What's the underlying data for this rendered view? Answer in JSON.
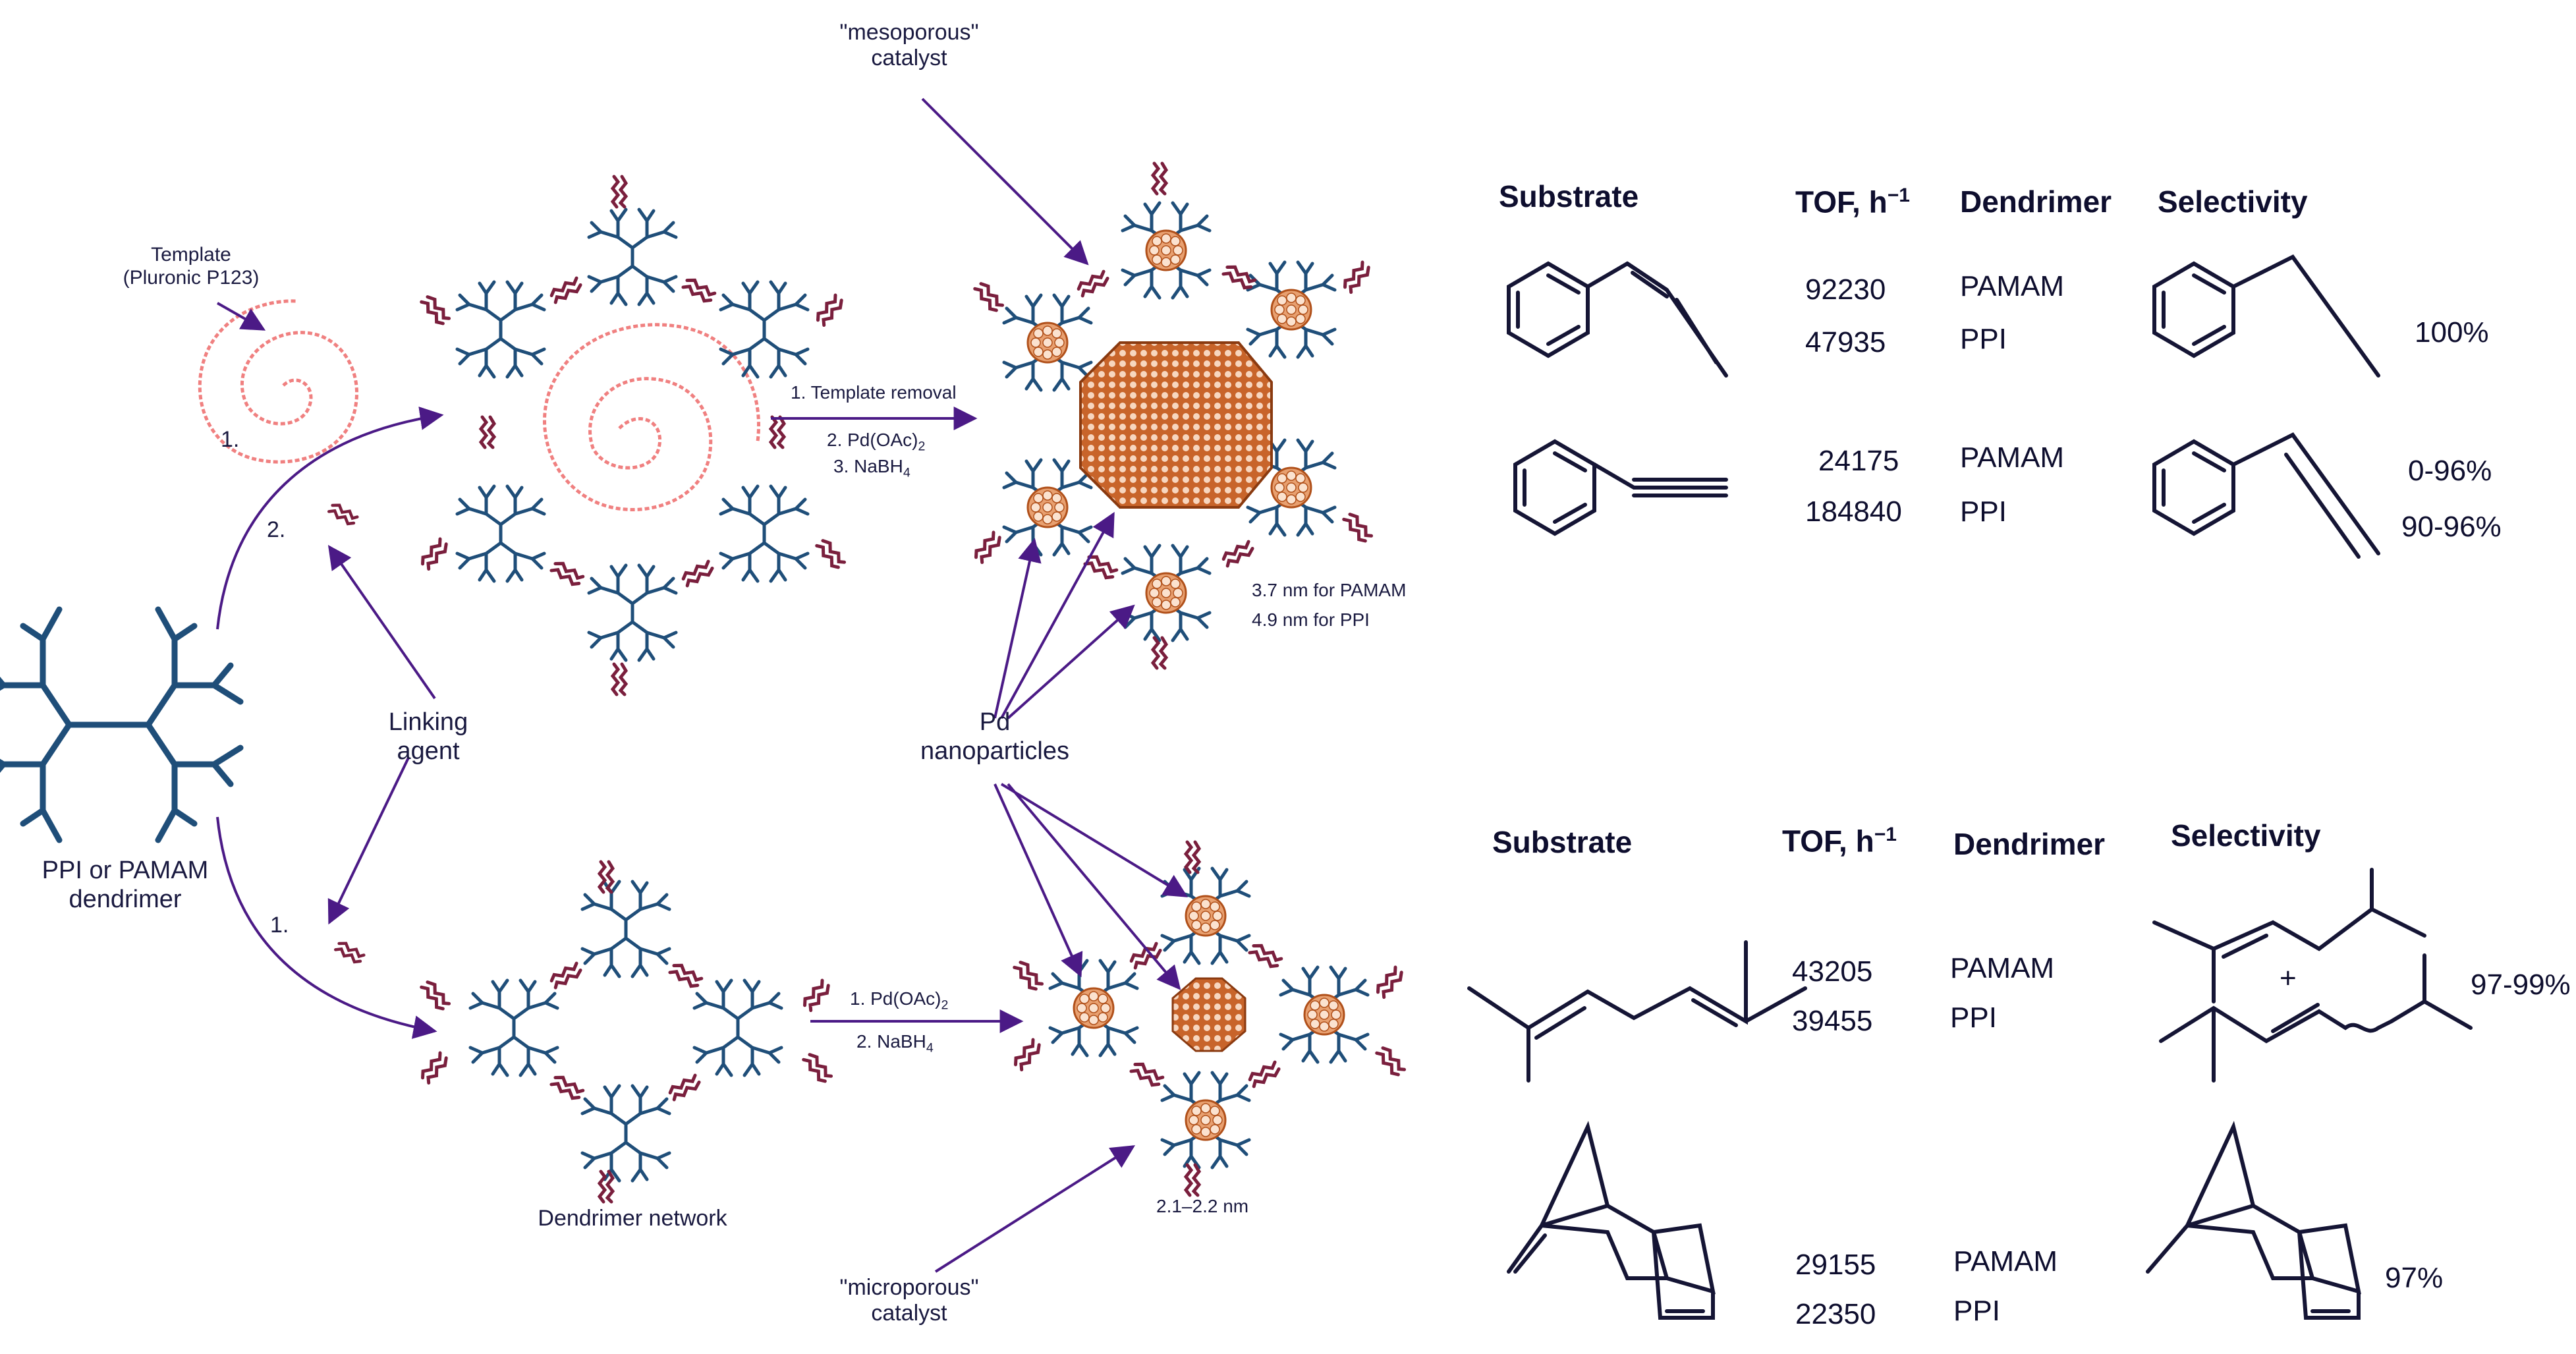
{
  "left": {
    "template_label_1": "Template",
    "template_label_2": "(Pluronic P123)",
    "step_1_top": "1.",
    "step_2": "2.",
    "step_1_bottom": "1.",
    "linking_agent_1": "Linking",
    "linking_agent_2": "agent",
    "dendrimer_1": "PPI or PAMAM",
    "dendrimer_2": "dendrimer",
    "network": "Dendrimer network"
  },
  "middle": {
    "mesoporous_1": "\"mesoporous\"",
    "mesoporous_2": "catalyst",
    "microporous_1": "\"microporous\"",
    "microporous_2": "catalyst",
    "pd_1": "Pd",
    "pd_2": "nanoparticles",
    "top_cond_1": "1. Template removal",
    "top_cond_2_pre": "2. Pd(OAc)",
    "top_cond_2_sub": "2",
    "top_cond_3_pre": "3. NaBH",
    "top_cond_3_sub": "4",
    "bot_cond_1_pre": "1. Pd(OAc)",
    "bot_cond_1_sub": "2",
    "bot_cond_2_pre": "2. NaBH",
    "bot_cond_2_sub": "4",
    "size_pamam": "3.7 nm for PAMAM",
    "size_ppi": "4.9 nm for PPI",
    "size_micro": "2.1–2.2 nm"
  },
  "table_top": {
    "headers": {
      "substrate": "Substrate",
      "tof": "TOF, h",
      "tof_sup": "−1",
      "dendrimer": "Dendrimer",
      "selectivity": "Selectivity"
    },
    "rows": [
      {
        "tof": [
          "92230",
          "47935"
        ],
        "dendrimer": [
          "PAMAM",
          "PPI"
        ],
        "selectivity": [
          "100%"
        ]
      },
      {
        "tof": [
          "24175",
          "184840"
        ],
        "dendrimer": [
          "PAMAM",
          "PPI"
        ],
        "selectivity": [
          "0-96%",
          "90-96%"
        ]
      }
    ]
  },
  "table_bottom": {
    "headers": {
      "substrate": "Substrate",
      "tof": "TOF, h",
      "tof_sup": "−1",
      "dendrimer": "Dendrimer",
      "selectivity": "Selectivity"
    },
    "plus": "+",
    "rows": [
      {
        "tof": [
          "43205",
          "39455"
        ],
        "dendrimer": [
          "PAMAM",
          "PPI"
        ],
        "selectivity": [
          "97-99%"
        ]
      },
      {
        "tof": [
          "29155",
          "22350"
        ],
        "dendrimer": [
          "PAMAM",
          "PPI"
        ],
        "selectivity": [
          "97%"
        ]
      }
    ]
  },
  "colors": {
    "dendrimer": "#1f4e79",
    "linker": "#7a1f3d",
    "arrow": "#4b1a86",
    "template": "#f08080",
    "particle": "#c8642a",
    "ink": "#1a1a40"
  }
}
